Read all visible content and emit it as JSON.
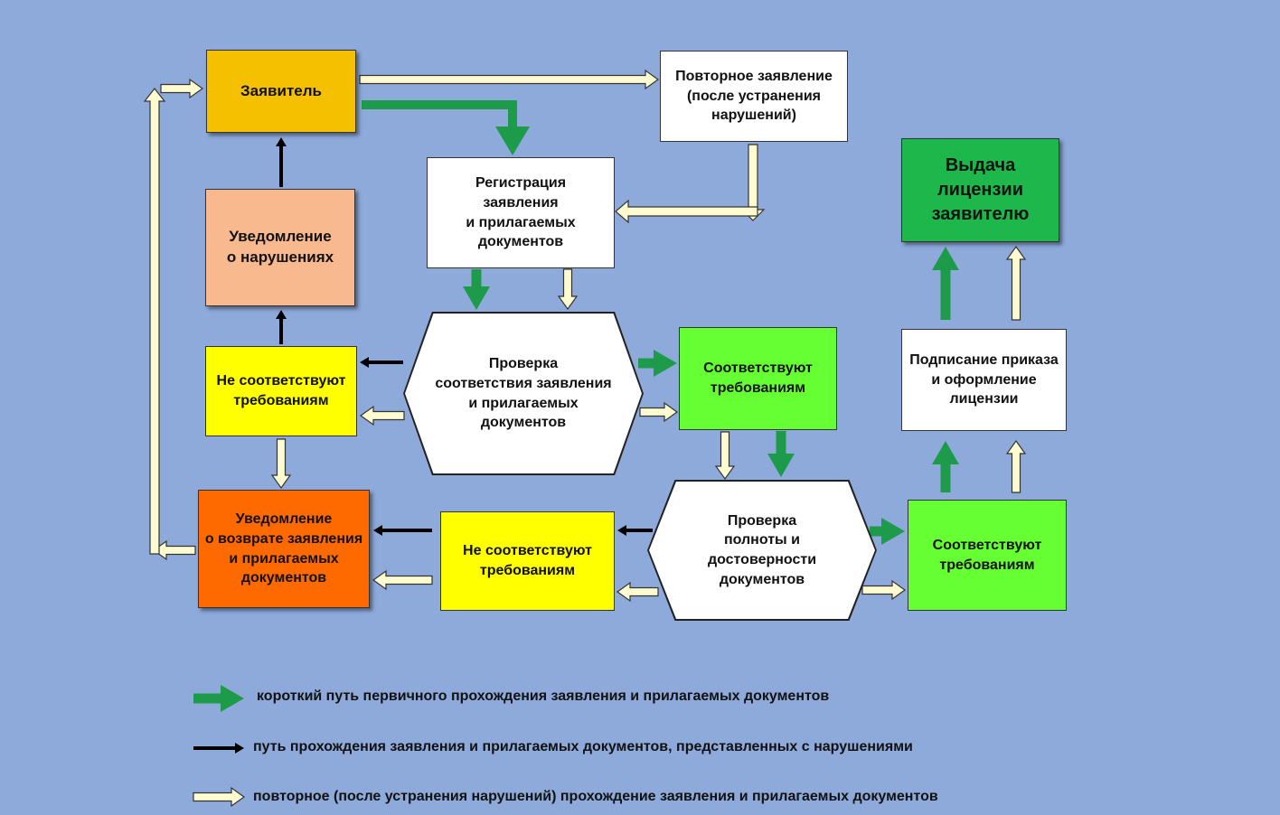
{
  "colors": {
    "background": "#8eaadb",
    "gold": "#f5c000",
    "salmon": "#f7b98d",
    "yellow": "#ffff00",
    "orange": "#ff6a00",
    "light_green": "#66ff33",
    "dark_green": "#1db74c",
    "white": "#ffffff",
    "arrow_green": "#1d9b4b",
    "arrow_black": "#000000",
    "arrow_cream": "#fffbd0"
  },
  "nodes": {
    "applicant": "Заявитель",
    "resubmission": "Повторное заявление\n(после устранения\nнарушений)",
    "registration": "Регистрация\nзаявления\nи прилагаемых\nдокументов",
    "violation_notice": "Уведомление\nо нарушениях",
    "check_compliance": "Проверка\nсоответствия заявления\nи прилагаемых\nдокументов",
    "noncompliant_1": "Не соответствуют\nтребованиям",
    "compliant_1": "Соответствуют\nтребованиям",
    "return_notice": "Уведомление\nо возврате заявления\nи прилагаемых\nдокументов",
    "noncompliant_2": "Не соответствуют\nтребованиям",
    "check_completeness": "Проверка\nполноты и\nдостоверности\nдокументов",
    "compliant_2": "Соответствуют\nтребованиям",
    "sign_order": "Подписание приказа\nи оформление\nлицензии",
    "issue_license": "Выдача\nлицензии\nзаявителю"
  },
  "legend": [
    {
      "kind": "green",
      "text": "короткий путь первичного прохождения заявления и прилагаемых документов"
    },
    {
      "kind": "black",
      "text": "путь прохождения заявления и прилагаемых документов, представленных с нарушениями"
    },
    {
      "kind": "cream",
      "text": "повторное (после устранения нарушений) прохождение заявления и прилагаемых документов"
    }
  ]
}
